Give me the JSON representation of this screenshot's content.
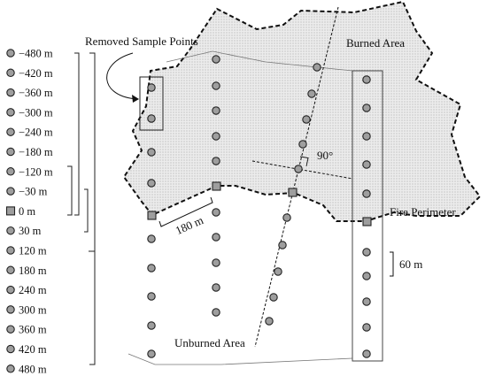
{
  "legend": {
    "items": [
      {
        "label": "−480 m",
        "marker": "circle"
      },
      {
        "label": "−420 m",
        "marker": "circle"
      },
      {
        "label": "−360 m",
        "marker": "circle"
      },
      {
        "label": "−300 m",
        "marker": "circle"
      },
      {
        "label": "−240 m",
        "marker": "circle"
      },
      {
        "label": "−180 m",
        "marker": "circle"
      },
      {
        "label": "−120 m",
        "marker": "circle"
      },
      {
        "label": "−30 m",
        "marker": "circle"
      },
      {
        "label": "0 m",
        "marker": "square"
      },
      {
        "label": "30 m",
        "marker": "circle"
      },
      {
        "label": "120 m",
        "marker": "circle"
      },
      {
        "label": "180 m",
        "marker": "circle"
      },
      {
        "label": "240 m",
        "marker": "circle"
      },
      {
        "label": "300 m",
        "marker": "circle"
      },
      {
        "label": "360 m",
        "marker": "circle"
      },
      {
        "label": "420 m",
        "marker": "circle"
      },
      {
        "label": "480 m",
        "marker": "circle"
      }
    ]
  },
  "labels": {
    "removed": "Removed Sample Points",
    "burned": "Burned Area",
    "fire_perimeter": "Fire Perimeter",
    "unburned": "Unburned Area",
    "spacing_between_transects": "180 m",
    "spacing_between_points": "60 m",
    "angle": "90°"
  },
  "colors": {
    "burned_fill": "#ececec",
    "point_fill": "#9e9e9e",
    "outline": "#111111"
  }
}
